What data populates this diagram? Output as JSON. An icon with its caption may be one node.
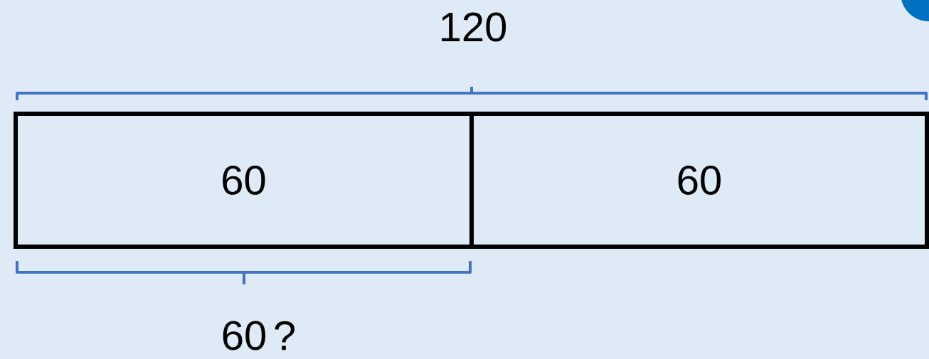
{
  "diagram": {
    "nodes": [
      {
        "text": [
          "60"
        ]
      },
      {
        "text": [
          "60"
        ]
      }
    ],
    "labels": [
      "120",
      "60",
      "?"
    ]
  }
}
